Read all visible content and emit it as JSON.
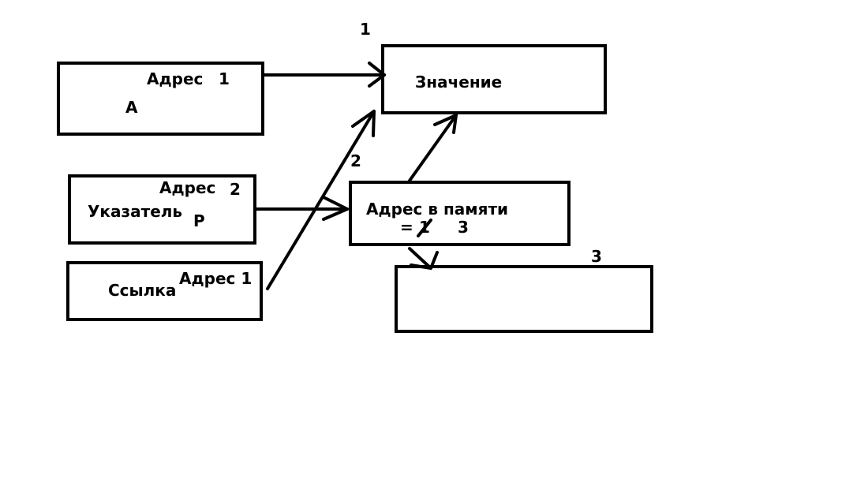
{
  "boxes": {
    "variable": {
      "address_label": "Адрес",
      "address_number": "1",
      "name": "A"
    },
    "value": {
      "label": "Значение",
      "number": "1"
    },
    "pointer": {
      "address_label": "Адрес",
      "address_number": "2",
      "name": "Указатель",
      "symbol": "P"
    },
    "reference": {
      "name": "Ссылка",
      "address_label": "Адрес 1"
    },
    "memory_address": {
      "label": "Адрес в памяти",
      "equals_prefix": "=",
      "old_value": "1",
      "new_value": "3",
      "number": "2"
    },
    "new_target": {
      "number": "3"
    }
  }
}
